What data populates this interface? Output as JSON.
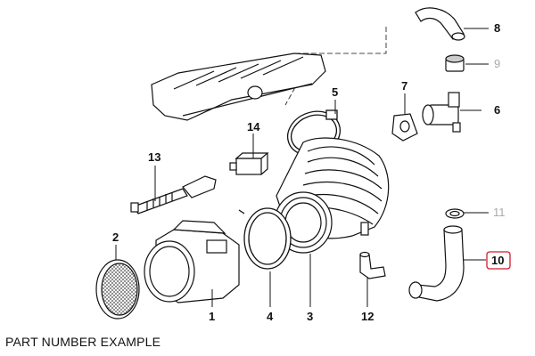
{
  "callouts": {
    "c1": "1",
    "c2": "2",
    "c3": "3",
    "c4": "4",
    "c5": "5",
    "c6": "6",
    "c7": "7",
    "c8": "8",
    "c9": "9",
    "c10": "10",
    "c11": "11",
    "c12": "12",
    "c13": "13",
    "c14": "14"
  },
  "highlighted_callout": "10",
  "colors": {
    "line": "#111111",
    "muted": "#aaaaaa",
    "highlight": "#d11a2a",
    "part_fill": "#ffffff",
    "shade": "#cccccc"
  },
  "footer": {
    "label": "PART NUMBER EXAMPLE"
  }
}
